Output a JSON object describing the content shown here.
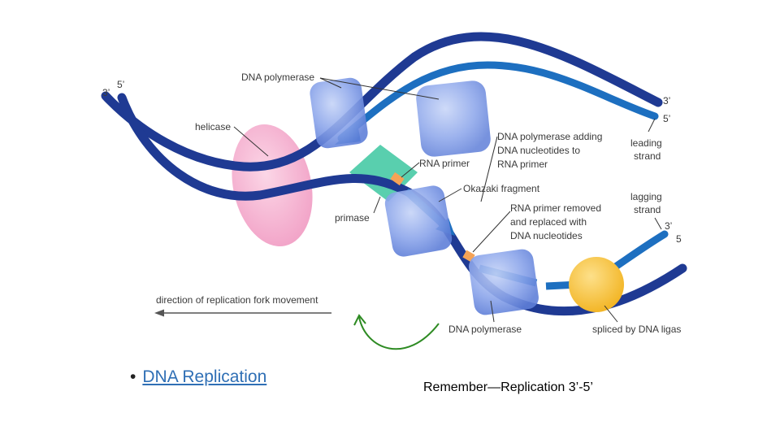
{
  "diagram": {
    "strand_labels": {
      "left_3": "3’",
      "left_5": "5’",
      "right_top_3": "3’",
      "right_top_5": "5’",
      "right_lag_3": "3’",
      "right_lag_5": "5"
    },
    "labels": {
      "dna_polymerase_top": "DNA polymerase",
      "helicase": "helicase",
      "polymerase_adding_1": "DNA polymerase adding",
      "polymerase_adding_2": "DNA nucleotides to",
      "polymerase_adding_3": "RNA primer",
      "rna_primer": "RNA primer",
      "okazaki": "Okazaki fragment",
      "primase": "primase",
      "primer_removed_1": "RNA primer removed",
      "primer_removed_2": "and replaced with",
      "primer_removed_3": "DNA nucleotides",
      "leading_1": "leading",
      "leading_2": "strand",
      "lagging_1": "lagging",
      "lagging_2": "strand",
      "direction": "direction of replication fork movement",
      "dna_polymerase_bottom": "DNA polymerase",
      "ligase": "spliced by DNA ligas"
    },
    "colors": {
      "dark_strand": "#1f3a93",
      "new_strand": "#1d6fc0",
      "helicase": "#f4a6c8",
      "primase": "#3cc7a0",
      "polymerase": "#7f9ee6",
      "ligase": "#f7c23c",
      "primer": "#f5a356",
      "curved_arrow": "#2e8b23"
    }
  },
  "bullet": {
    "marker": "•",
    "link_text": "DNA Replication"
  },
  "caption": "Remember—Replication 3’-5’"
}
